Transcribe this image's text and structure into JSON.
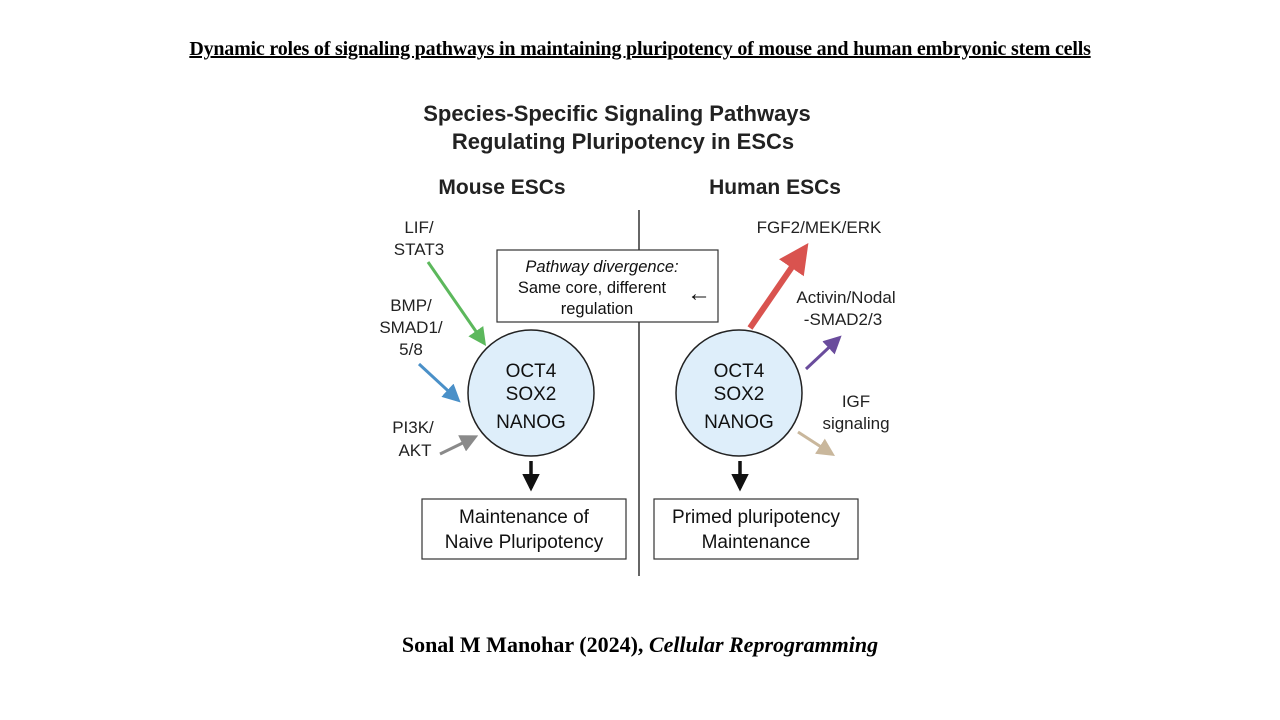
{
  "slide_title": "Dynamic  roles  of signaling  pathways  in  maintaining  pluripotency  of mouse and human  embryonic  stem cells",
  "figure": {
    "title_line1": "Species-Specific Signaling Pathways",
    "title_line2": "Regulating Pluripotency in ESCs",
    "mouse": {
      "heading": "Mouse ESCs",
      "core": [
        "OCT4",
        "SOX2",
        "NANOG"
      ],
      "pathways": [
        {
          "lines": [
            "LIF/",
            "STAT3"
          ],
          "color": "#5cb85c"
        },
        {
          "lines": [
            "BMP/",
            "SMAD1/",
            "5/8"
          ],
          "color": "#4a90c8"
        },
        {
          "lines": [
            "PI3K/",
            "AKT"
          ],
          "color": "#8a8a8a"
        }
      ],
      "outcome": [
        "Maintenance of",
        "Naive Pluripotency"
      ]
    },
    "human": {
      "heading": "Human ESCs",
      "core": [
        "OCT4",
        "SOX2",
        "NANOG"
      ],
      "pathways": [
        {
          "lines": [
            "FGF2/MEK/ERK"
          ],
          "color": "#d9534f"
        },
        {
          "lines": [
            "Activin/Nodal",
            "-SMAD2/3"
          ],
          "color": "#6a4c9c"
        },
        {
          "lines": [
            "IGF",
            "signaling"
          ],
          "color": "#c9b79c"
        }
      ],
      "outcome": [
        "Primed pluripotency",
        "Maintenance"
      ]
    },
    "divergence_box": {
      "line1": "Pathway divergence:",
      "line2": "Same core, different",
      "line3": "regulation",
      "arrow_glyph": "←"
    },
    "core_fill": "#deeefa"
  },
  "citation": {
    "author_year": "Sonal M Manohar (2024), ",
    "journal": "Cellular Reprogramming"
  }
}
